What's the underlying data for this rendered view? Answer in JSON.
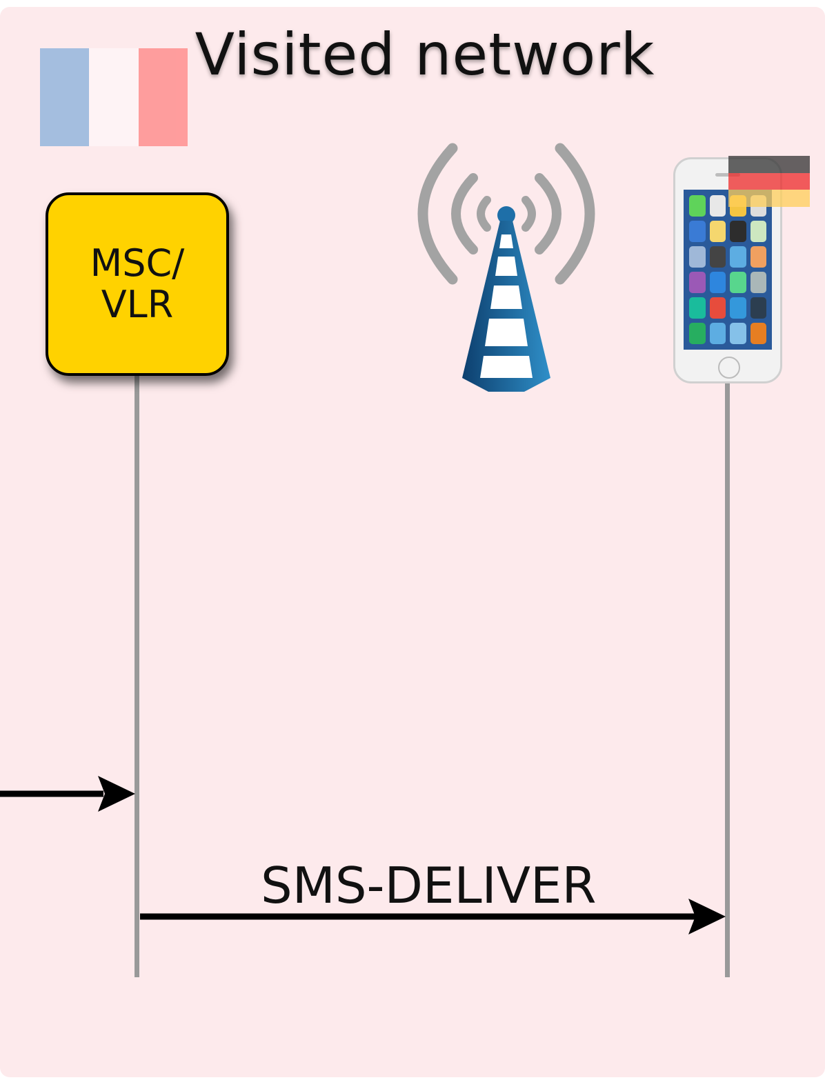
{
  "diagram": {
    "title": "Visited network",
    "nodes": {
      "msc": {
        "line1": "MSC/",
        "line2": "VLR"
      }
    },
    "icons": {
      "visited_flag": "france-flag-icon",
      "tower": "cell-tower-icon",
      "phone": "smartphone-icon",
      "home_flag": "germany-flag-icon"
    },
    "messages": [
      {
        "label": "",
        "from": "off-screen-left",
        "to": "MSC/VLR"
      },
      {
        "label": "SMS-DELIVER",
        "from": "MSC/VLR",
        "to": "phone"
      }
    ],
    "colors": {
      "panel": "#fdeaec",
      "msc_fill": "#ffd200",
      "lifeline": "#999999",
      "arrow": "#000000"
    }
  }
}
